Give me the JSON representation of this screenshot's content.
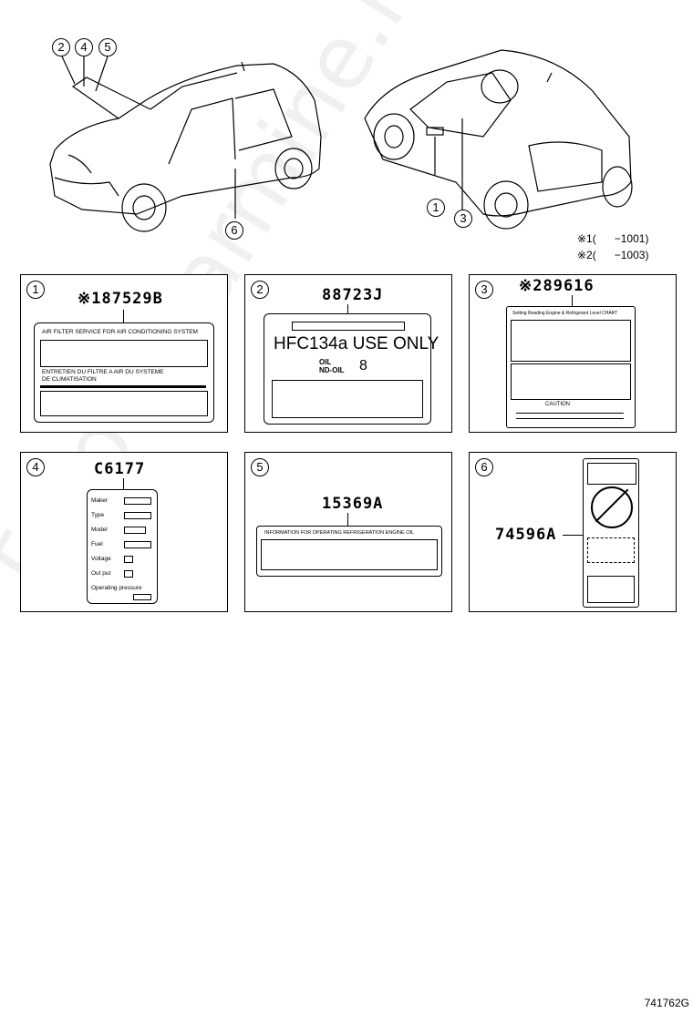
{
  "watermark": "ToyotaCarmine.ru",
  "figure_code": "741762G",
  "notes": [
    {
      "mark": "※1",
      "text": "(      −1001)"
    },
    {
      "mark": "※2",
      "text": "(      −1003)"
    }
  ],
  "callouts": {
    "front": [
      "2",
      "4",
      "5",
      "6"
    ],
    "rear": [
      "1",
      "3"
    ]
  },
  "panels": [
    {
      "num": "1",
      "code": "※187529B",
      "label_lines": [
        "AIR FILTER SERVICE FOR AIR CONDITIONING SYSTEM",
        "ENTRETIEN DU FILTRE A AIR DU SYSTEME",
        "DE CLIMATISATION"
      ]
    },
    {
      "num": "2",
      "code": "88723J",
      "label_lines": [
        "HFC134a USE ONLY",
        "OIL",
        "ND-OIL",
        "8"
      ]
    },
    {
      "num": "3",
      "code": "※289616",
      "label_lines": [
        "Setting Reading Engine & Refrigerant Level CHART",
        "CAUTION"
      ]
    },
    {
      "num": "4",
      "code": "C6177",
      "label_lines": [
        "Maker",
        "Type",
        "Model",
        "Fuel",
        "Voltage",
        "Out put",
        "Operating pressure"
      ]
    },
    {
      "num": "5",
      "code": "15369A",
      "label_lines": [
        "INFORMATION FOR OPERATING REFRIGERATION ENGINE OIL"
      ]
    },
    {
      "num": "6",
      "code": "74596A",
      "label_lines": []
    }
  ]
}
